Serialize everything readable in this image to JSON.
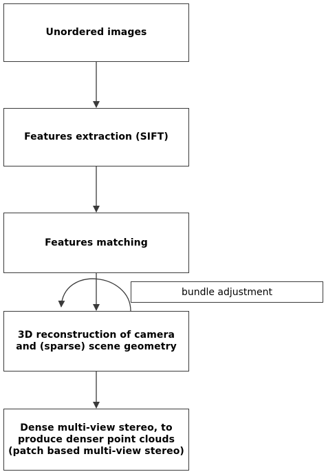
{
  "diagram": {
    "steps": [
      {
        "label": "Unordered images"
      },
      {
        "label": "Features extraction (SIFT)"
      },
      {
        "label": "Features matching"
      },
      {
        "label": "3D reconstruction of camera and (sparse) scene geometry"
      },
      {
        "label": "Dense multi-view stereo, to produce denser point clouds (patch based multi-view stereo)"
      }
    ],
    "loop_label": "bundle adjustment",
    "colors": {
      "stroke": "#3a3a3a",
      "background": "#ffffff",
      "text": "#000000"
    }
  }
}
